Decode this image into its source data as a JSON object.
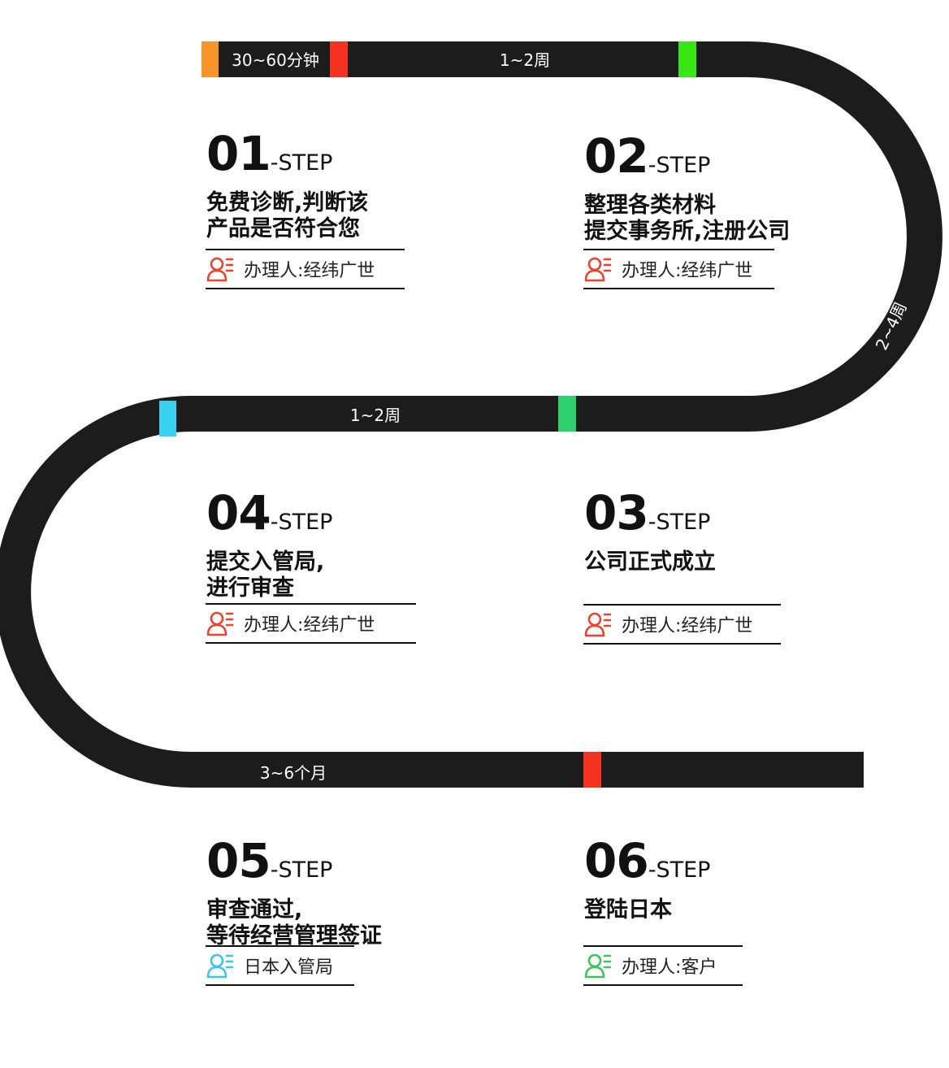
{
  "colors": {
    "track": "#1c1c1c",
    "orange": "#f7942a",
    "red": "#f4321f",
    "green": "#38e614",
    "teal": "#2ed06b",
    "cyan": "#38d1ef",
    "agent_red": "#f0412a",
    "agent_cyan": "#38c7ea",
    "agent_green": "#3ec25c"
  },
  "durations": {
    "d1": "30~60分钟",
    "d2": "1~2周",
    "d3": "2~4周",
    "d4": "1~2周",
    "d5": "3~6个月"
  },
  "steps": [
    {
      "num": "01",
      "suffix": "-STEP",
      "title": [
        "免费诊断,判断该",
        "产品是否符合您"
      ],
      "agent": "办理人:经纬广世",
      "agent_icon": "person-icon",
      "agent_color": "#f0412a"
    },
    {
      "num": "02",
      "suffix": "-STEP",
      "title": [
        "整理各类材料",
        "提交事务所,注册公司"
      ],
      "agent": "办理人:经纬广世",
      "agent_icon": "person-icon",
      "agent_color": "#f0412a"
    },
    {
      "num": "03",
      "suffix": "-STEP",
      "title": [
        "公司正式成立"
      ],
      "agent": "办理人:经纬广世",
      "agent_icon": "person-icon",
      "agent_color": "#f0412a"
    },
    {
      "num": "04",
      "suffix": "-STEP",
      "title": [
        "提交入管局,",
        "进行审查"
      ],
      "agent": "办理人:经纬广世",
      "agent_icon": "person-icon",
      "agent_color": "#f0412a"
    },
    {
      "num": "05",
      "suffix": "-STEP",
      "title": [
        "审查通过,",
        "等待经营管理签证"
      ],
      "agent": "日本入管局",
      "agent_icon": "person-icon",
      "agent_color": "#38c7ea"
    },
    {
      "num": "06",
      "suffix": "-STEP",
      "title": [
        "登陆日本"
      ],
      "agent": "办理人:客户",
      "agent_icon": "person-icon",
      "agent_color": "#3ec25c"
    }
  ]
}
